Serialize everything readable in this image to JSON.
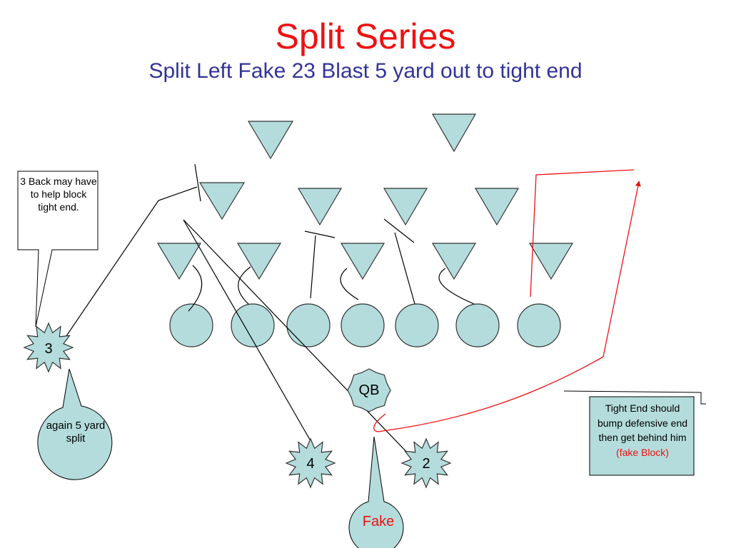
{
  "slide": {
    "title": "Split Series",
    "subtitle": "Split Left Fake 23 Blast 5 yard out to tight end"
  },
  "callouts": {
    "back_block": "3 Back may have to help block tight end.",
    "split": "again 5 yard split",
    "tight_end_text": "Tight End should bump defensive end then get behind him",
    "tight_end_highlight": "(fake Block)",
    "fake": "Fake"
  },
  "players": {
    "back_3": "3",
    "back_4": "4",
    "back_2": "2",
    "quarterback": "QB"
  },
  "colors": {
    "title": "#ee1111",
    "subtitle": "#333399",
    "fill": "#b4dcdc",
    "route": "#ee1111"
  }
}
